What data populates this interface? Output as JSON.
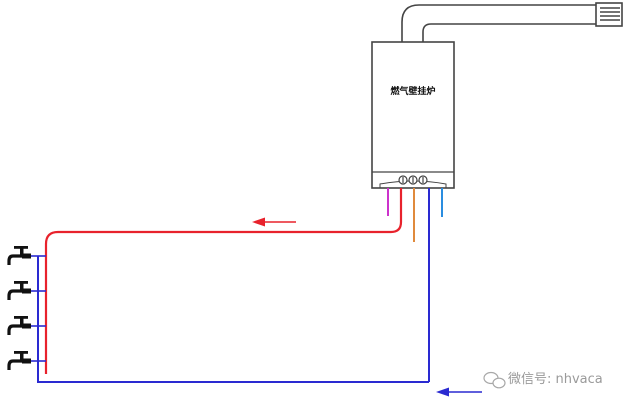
{
  "boiler": {
    "label": "燃气壁挂炉"
  },
  "watermark": {
    "text": "微信号: nhvaca"
  },
  "colors": {
    "hot_pipe": "#e8222c",
    "cold_pipe": "#2a2ad1",
    "gas_pipe": "#e08a3c",
    "heating_supply": "#cc33cc",
    "heating_return": "#2a8de0",
    "outline": "#444444"
  },
  "icons": {
    "faucet": "faucet-icon",
    "flow_arrow": "arrow-left-icon",
    "watermark_logo": "wechat-icon"
  },
  "faucets": [
    {
      "name": "faucet-1"
    },
    {
      "name": "faucet-2"
    },
    {
      "name": "faucet-3"
    },
    {
      "name": "faucet-4"
    }
  ]
}
